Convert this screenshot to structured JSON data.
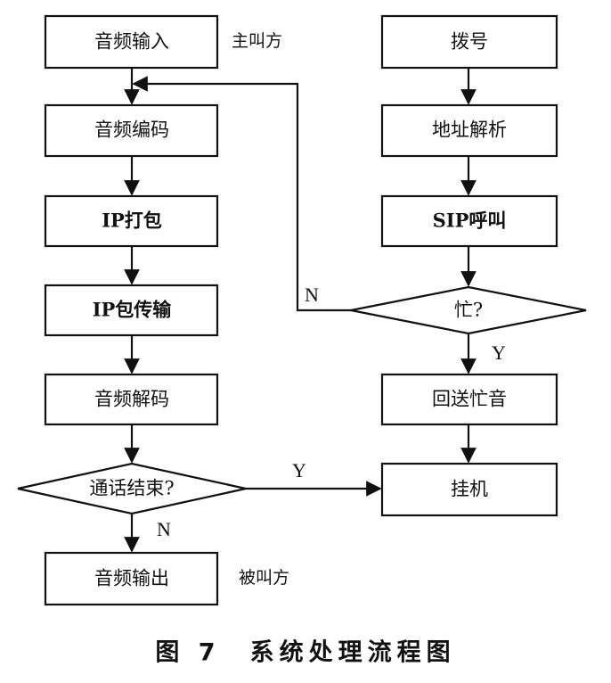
{
  "nodes": {
    "audio_input": "音频输入",
    "audio_encode": "音频编码",
    "ip_pack": "IP打包",
    "ip_transmit": "IP包传输",
    "audio_decode": "音频解码",
    "call_end": "通话结束?",
    "audio_output": "音频输出",
    "dial": "拨号",
    "address_parse": "地址解析",
    "sip_call": "SIP呼叫",
    "busy": "忙?",
    "send_busy_tone": "回送忙音",
    "hang_up": "挂机"
  },
  "side_labels": {
    "caller": "主叫方",
    "callee": "被叫方"
  },
  "edge_labels": {
    "busy_no": "N",
    "busy_yes": "Y",
    "end_yes": "Y",
    "end_no": "N"
  },
  "caption": "图 7　系统处理流程图"
}
